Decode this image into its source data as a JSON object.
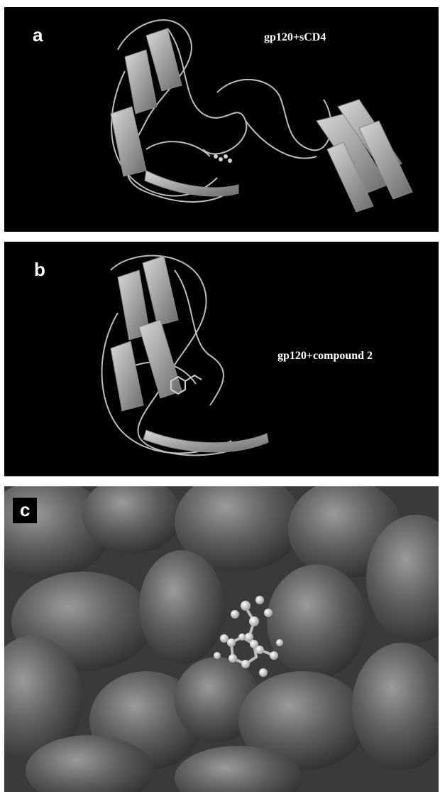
{
  "panels": [
    {
      "letter": "a",
      "caption": "gp120+sCD4"
    },
    {
      "letter": "b",
      "caption": "gp120+compound 2"
    },
    {
      "letter": "c"
    }
  ]
}
